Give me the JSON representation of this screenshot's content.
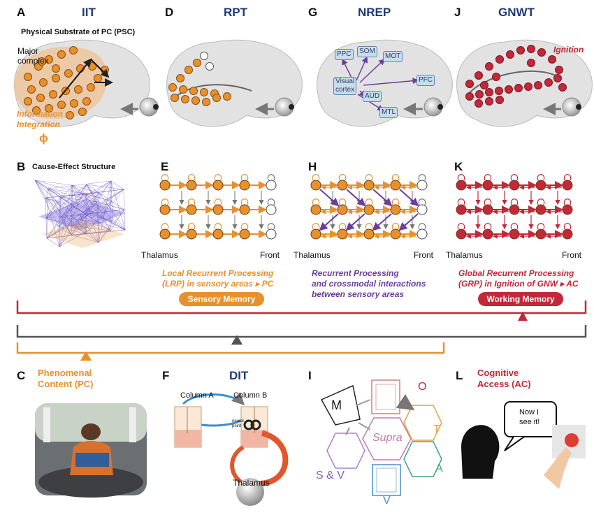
{
  "panels": {
    "A": {
      "letter": "A",
      "theory": "IIT",
      "subtitle": "Physical Substrate of PC (PSC)",
      "major_1": "Major",
      "major_2": "complex",
      "info_1": "Information",
      "info_2": "Integration",
      "phi": "ϕ"
    },
    "B": {
      "letter": "B",
      "title": "Cause-Effect Structure"
    },
    "C": {
      "letter": "C",
      "title_1": "Phenomenal",
      "title_2": "Content (PC)"
    },
    "D": {
      "letter": "D",
      "theory": "RPT"
    },
    "E": {
      "letter": "E",
      "left": "Thalamus",
      "right": "Front",
      "desc_1": "Local Recurrent Processing",
      "desc_2": "(LRP) in sensory areas ▸ PC",
      "pill": "Sensory Memory"
    },
    "F": {
      "letter": "F",
      "theory": "DIT",
      "col_a": "Column A",
      "col_b": "Column B",
      "thalamus": "Thalamus",
      "apical_1": "neural",
      "apical_2": "point"
    },
    "G": {
      "letter": "G",
      "theory": "NREP",
      "boxes": [
        "PPC",
        "SOM",
        "MOT",
        "Visual",
        "cortex",
        "PFC",
        "AUD",
        "MTL"
      ]
    },
    "H": {
      "letter": "H",
      "left": "Thalamus",
      "right": "Front",
      "desc_1": "Recurrent Processing",
      "desc_2": "and crossmodal interactions",
      "desc_3": "between sensory areas"
    },
    "I": {
      "letter": "I",
      "m": "M",
      "supra": "Supra",
      "o": "O",
      "t": "T",
      "a": "A",
      "v": "V",
      "sv": "S & V"
    },
    "J": {
      "letter": "J",
      "theory": "GNWT",
      "ignition": "Ignition"
    },
    "K": {
      "letter": "K",
      "left": "Thalamus",
      "right": "Front",
      "desc_1": "Global Recurrent Processing",
      "desc_2": "(GRP) in Ignition of GNW ▸ AC",
      "pill": "Working Memory"
    },
    "L": {
      "letter": "L",
      "title_1": "Cognitive",
      "title_2": "Access (AC)",
      "speech_1": "Now I",
      "speech_2": "see it!"
    }
  },
  "colors": {
    "orange": "#e8912c",
    "purple": "#6a3d9e",
    "red": "#c3283a",
    "navy": "#1f3a78",
    "gray": "#555555"
  }
}
